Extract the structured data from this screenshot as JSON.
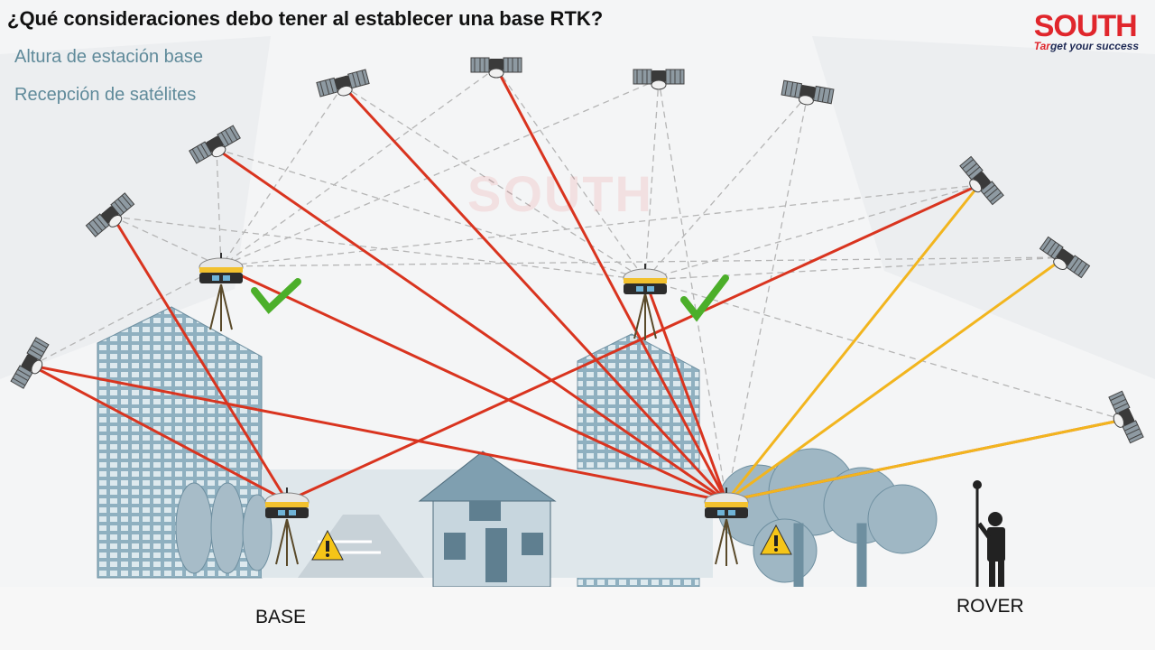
{
  "header": {
    "title": "¿Qué consideraciones debo tener al establecer una base RTK?",
    "items": [
      "Altura de estación base",
      "Recepción de satélites"
    ]
  },
  "logo": {
    "brand": "SOUTH",
    "tagline_red": "Tar",
    "tagline_rest": "get your success"
  },
  "watermark": "SOUTH",
  "labels": {
    "base": "BASE",
    "rover": "ROVER"
  },
  "colors": {
    "signal_red": "#d9341f",
    "signal_yellow": "#f2b51e",
    "dashed": "#b5b5b5",
    "check_green": "#4caf2a",
    "warning": "#f5c518",
    "building": "#8fb0c0"
  },
  "icons": [
    "satellite-icon",
    "gnss-receiver-icon",
    "tripod-icon",
    "check-icon",
    "warning-icon",
    "surveyor-icon"
  ]
}
